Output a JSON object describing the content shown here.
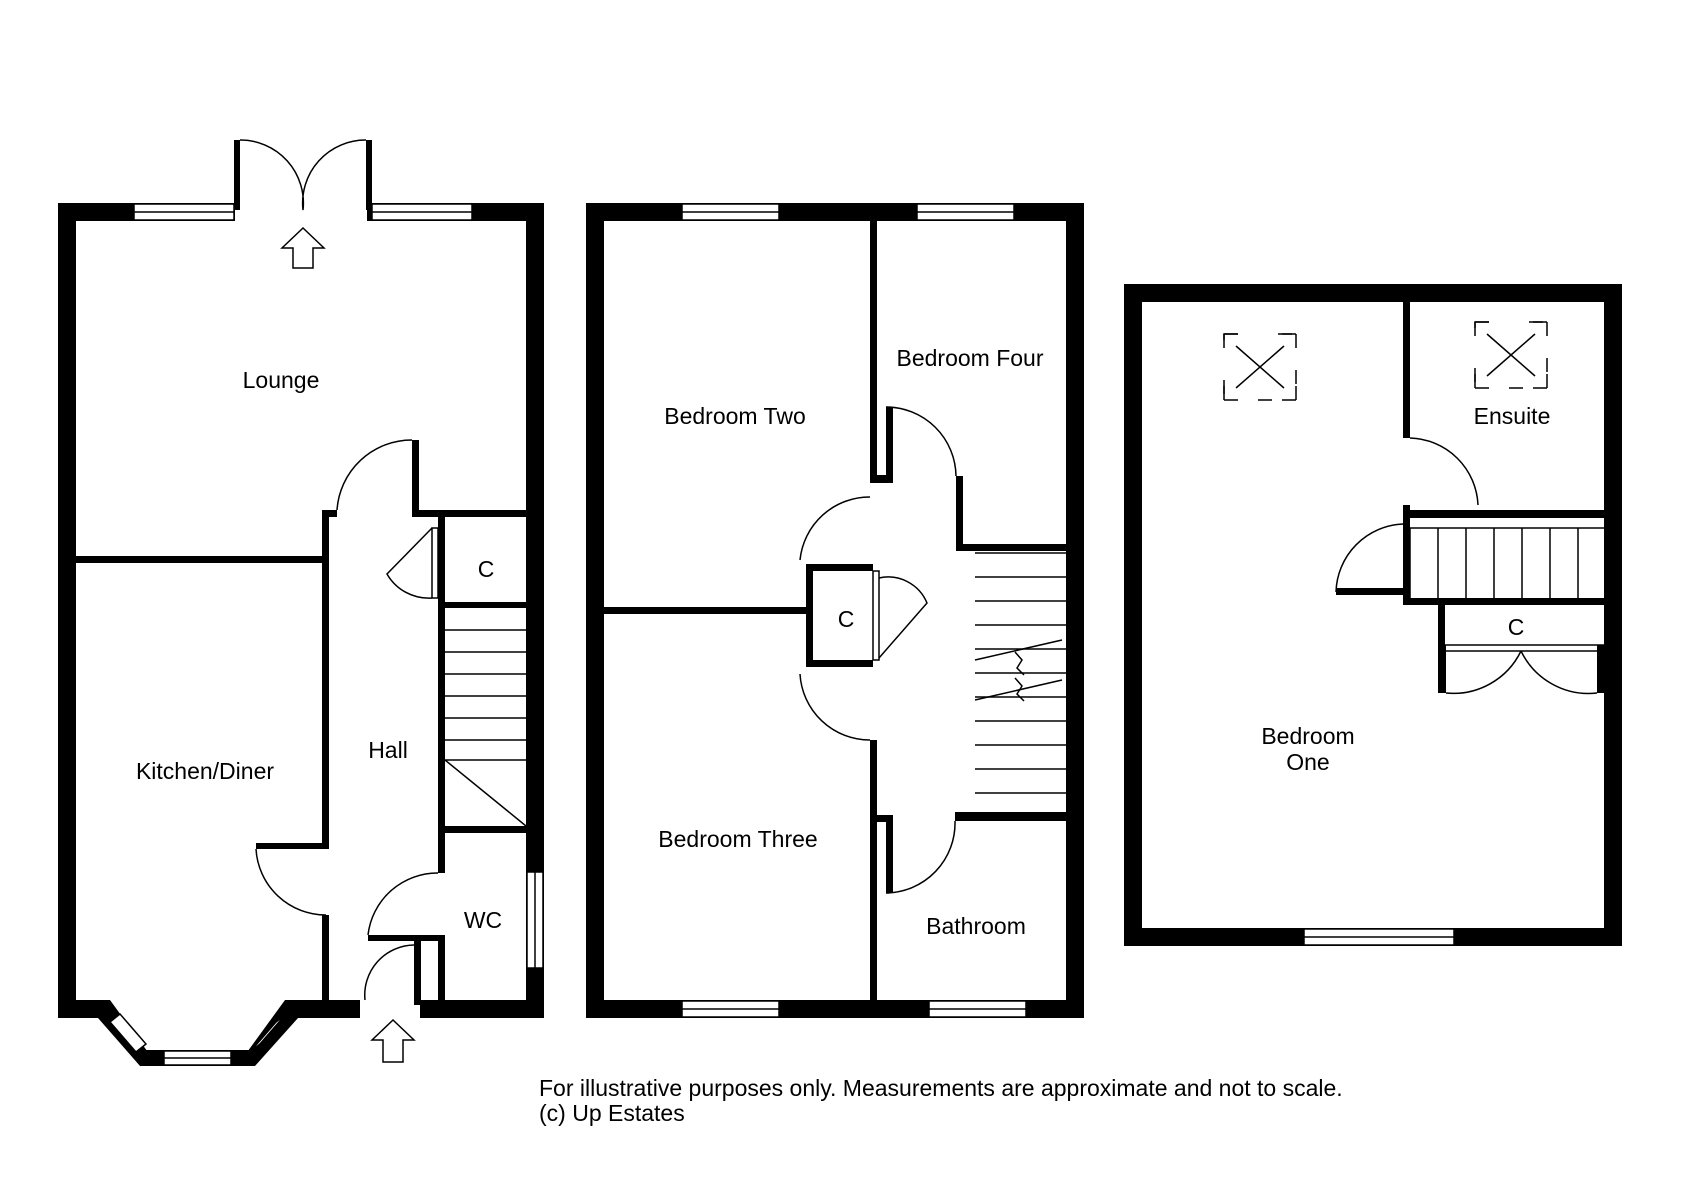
{
  "ground_floor": {
    "rooms": {
      "lounge": "Lounge",
      "kitchen_diner": "Kitchen/Diner",
      "hall": "Hall",
      "cupboard": "C",
      "wc": "WC"
    }
  },
  "first_floor": {
    "rooms": {
      "bedroom_two": "Bedroom Two",
      "bedroom_four": "Bedroom Four",
      "cupboard": "C",
      "bedroom_three": "Bedroom Three",
      "bathroom": "Bathroom"
    }
  },
  "second_floor": {
    "rooms": {
      "ensuite": "Ensuite",
      "cupboard": "C",
      "bedroom_one_line1": "Bedroom",
      "bedroom_one_line2": "One"
    }
  },
  "disclaimer": {
    "line1": "For illustrative purposes only. Measurements are approximate and not to scale.",
    "line2": "(c) Up Estates"
  }
}
